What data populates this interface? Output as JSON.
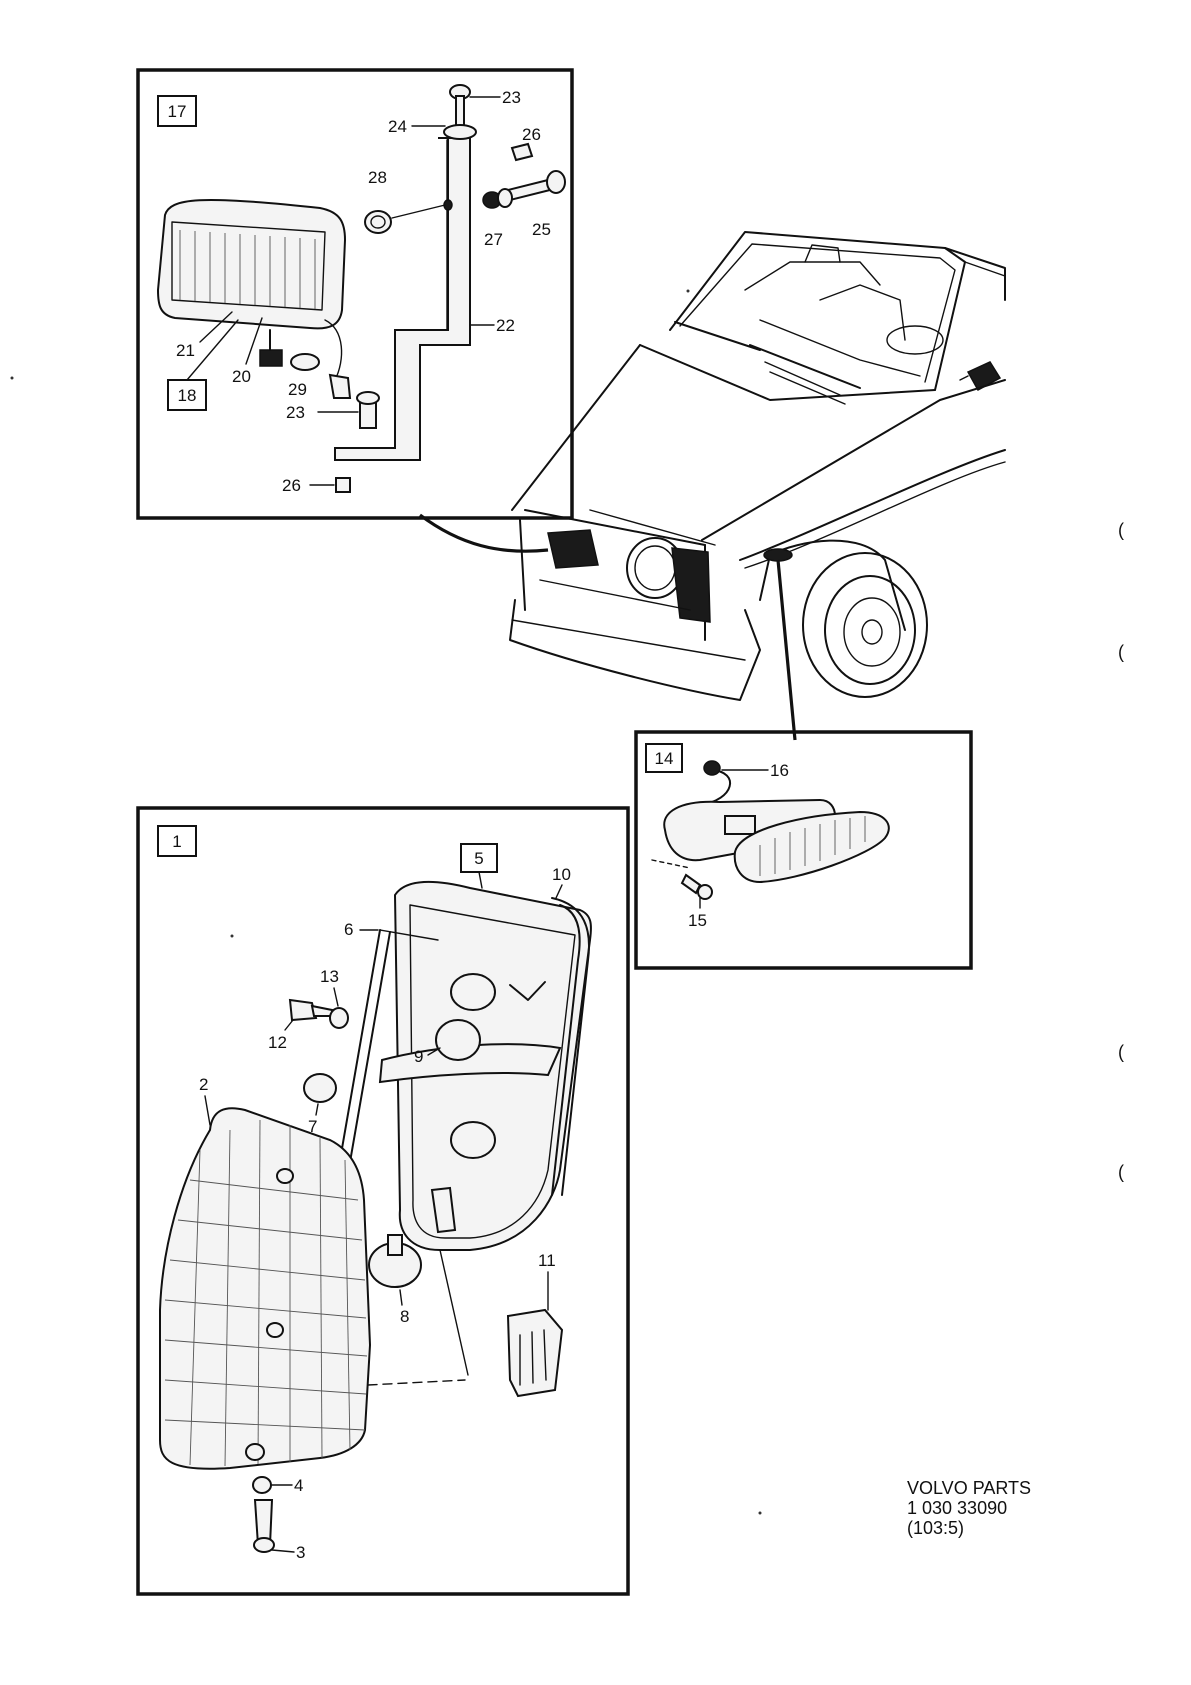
{
  "diagram": {
    "panels": {
      "foglamp": {
        "ref": "17"
      },
      "sidemarker": {
        "ref": "14"
      },
      "taillamp": {
        "ref": "1"
      }
    },
    "callouts": {
      "p2": "2",
      "p3": "3",
      "p4": "4",
      "p5": "5",
      "p6": "6",
      "p7": "7",
      "p8": "8",
      "p9": "9",
      "p10": "10",
      "p11": "11",
      "p12": "12",
      "p13": "13",
      "p15": "15",
      "p16": "16",
      "p18": "18",
      "p20": "20",
      "p21": "21",
      "p22": "22",
      "p23a": "23",
      "p23b": "23",
      "p24": "24",
      "p25": "25",
      "p26a": "26",
      "p26b": "26",
      "p27": "27",
      "p28": "28",
      "p29": "29"
    },
    "stamp": {
      "line1": "VOLVO PARTS",
      "line2": "1 030  33090",
      "line3": "(103:5)"
    }
  }
}
